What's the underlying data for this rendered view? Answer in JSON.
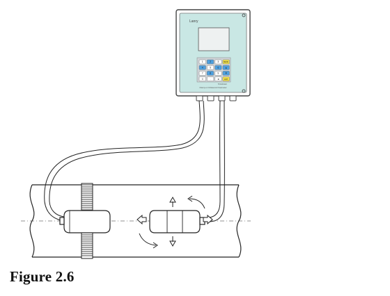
{
  "figure": {
    "caption": "Figure 2.6"
  },
  "device": {
    "brand": "Lanry",
    "model": "TF1100-EC",
    "product_name": "Clamp-on Ultrasonic Flowmeter",
    "panel_color": "#c9e7e4",
    "keypad_color": "#cfd4d8",
    "keys": [
      {
        "label": "1",
        "color": "#ffffff"
      },
      {
        "label": "2",
        "color": "#4da0e0"
      },
      {
        "label": "3",
        "color": "#ffffff"
      },
      {
        "label": "MENU",
        "color": "#f0e04a"
      },
      {
        "label": "4",
        "color": "#4da0e0"
      },
      {
        "label": "5",
        "color": "#ffffff"
      },
      {
        "label": "6",
        "color": "#4da0e0"
      },
      {
        "label": "▲",
        "color": "#4da0e0"
      },
      {
        "label": "7",
        "color": "#ffffff"
      },
      {
        "label": "8",
        "color": "#4da0e0"
      },
      {
        "label": "9",
        "color": "#ffffff"
      },
      {
        "label": "▼",
        "color": "#4da0e0"
      },
      {
        "label": "0",
        "color": "#ffffff"
      },
      {
        "label": ".",
        "color": "#ffffff"
      },
      {
        "label": "◄",
        "color": "#ffffff"
      },
      {
        "label": "ENT",
        "color": "#f0e04a"
      }
    ]
  },
  "colors": {
    "line": "#222222",
    "hatch": "#333333"
  }
}
